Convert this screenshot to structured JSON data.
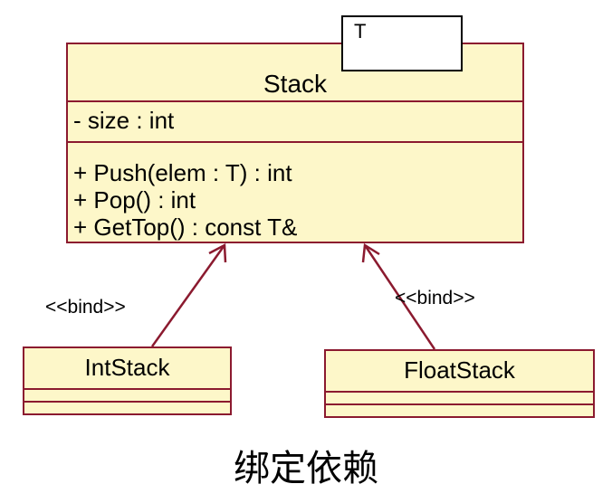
{
  "template_class": {
    "name": "Stack",
    "template_parameter": "T",
    "attributes": [
      "- size : int"
    ],
    "operations": [
      "+ Push(elem : T) : int",
      "+ Pop() : int",
      "+ GetTop() : const T&"
    ]
  },
  "bound_classes": [
    {
      "name": "IntStack",
      "stereotype": "<<bind>>"
    },
    {
      "name": "FloatStack",
      "stereotype": "<<bind>>"
    }
  ],
  "caption": "绑定依赖",
  "colors": {
    "class_fill": "#fdf7c9",
    "border": "#8b1a2f",
    "line": "#8b1a2f",
    "text": "#000000"
  }
}
